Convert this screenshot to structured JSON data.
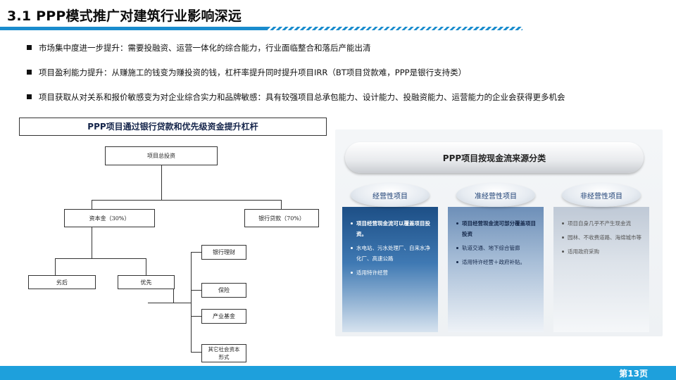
{
  "title": "3.1 PPP模式推广对建筑行业影响深远",
  "bullets": [
    "市场集中度进一步提升：需要投融资、运营一体化的综合能力，行业面临整合和落后产能出清",
    "项目盈利能力提升：从赚施工的钱变为赚投资的钱，杠杆率提升同时提升项目IRR（BT项目贷款难，PPP是银行支持类）",
    "项目获取从对关系和报价敏感变为对企业综合实力和品牌敏感：具有较强项目总承包能力、设计能力、投融资能力、运营能力的企业会获得更多机会"
  ],
  "leverage_diagram": {
    "title": "PPP项目通过银行贷款和优先级资金提升杠杆",
    "total_investment": "项目总投资",
    "capital": "资本金（30%）",
    "bank_loan": "银行贷款（70%）",
    "subordinated": "劣后",
    "senior": "优先",
    "senior_sources": [
      "银行理财",
      "保险",
      "产业基金",
      "其它社会资本形式"
    ]
  },
  "classification_panel": {
    "title": "PPP项目按现金流来源分类",
    "columns": [
      {
        "heading": "经营性项目",
        "items": [
          "项目经营现金流可以覆盖项目投资。",
          "水电站、污水处理厂、自来水净化厂、高速公路",
          "适用特许经营"
        ]
      },
      {
        "heading": "准经营性项目",
        "items": [
          "项目经营现金流可部分覆盖项目投资",
          "轨道交通、地下综合管廊",
          "适用特许经营＋政府补贴。"
        ]
      },
      {
        "heading": "非经营性项目",
        "items": [
          "项目自身几乎不产生现金流",
          "园林、不收费道路、海绵城市等",
          "适用政府采购"
        ]
      }
    ]
  },
  "footer": {
    "page": "第13页"
  },
  "colors": {
    "accent": "#1a8ccd",
    "footer": "#1ea0dc",
    "title_text": "#14244a"
  }
}
